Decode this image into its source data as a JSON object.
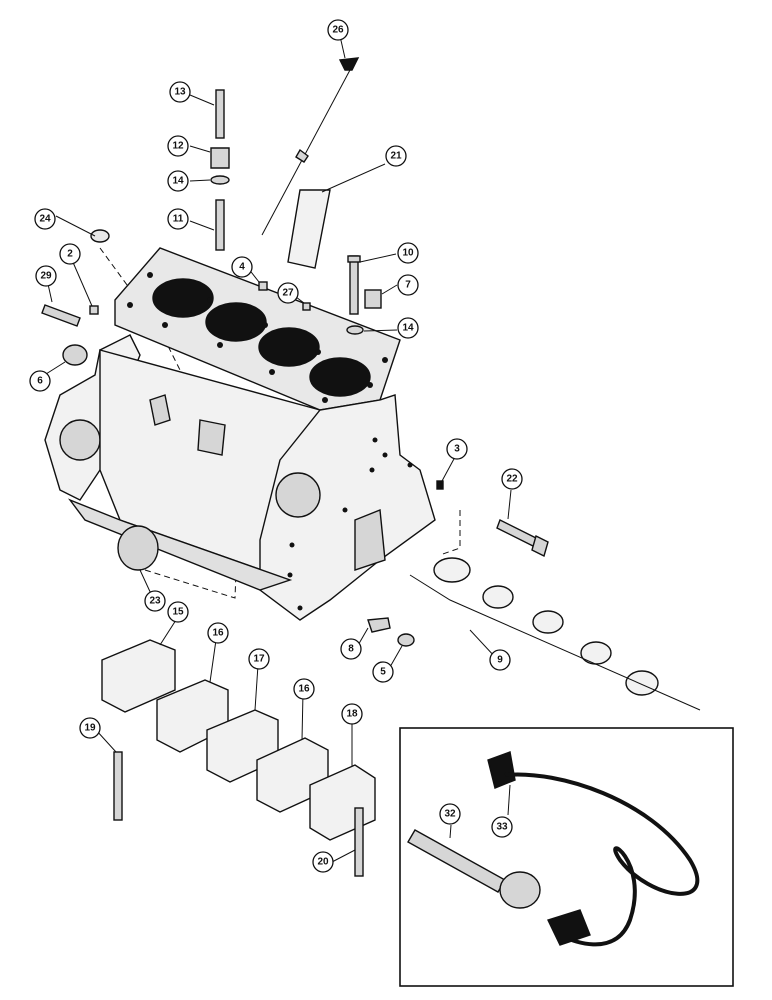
{
  "callouts": [
    {
      "id": "c26",
      "label": "26"
    },
    {
      "id": "c13",
      "label": "13"
    },
    {
      "id": "c12",
      "label": "12"
    },
    {
      "id": "c14a",
      "label": "14"
    },
    {
      "id": "c21",
      "label": "21"
    },
    {
      "id": "c11",
      "label": "11"
    },
    {
      "id": "c24",
      "label": "24"
    },
    {
      "id": "c2",
      "label": "2"
    },
    {
      "id": "c29",
      "label": "29"
    },
    {
      "id": "c4",
      "label": "4"
    },
    {
      "id": "c27",
      "label": "27"
    },
    {
      "id": "c10",
      "label": "10"
    },
    {
      "id": "c7",
      "label": "7"
    },
    {
      "id": "c14b",
      "label": "14"
    },
    {
      "id": "c6",
      "label": "6"
    },
    {
      "id": "c3",
      "label": "3"
    },
    {
      "id": "c22",
      "label": "22"
    },
    {
      "id": "c23",
      "label": "23"
    },
    {
      "id": "c15",
      "label": "15"
    },
    {
      "id": "c16a",
      "label": "16"
    },
    {
      "id": "c17",
      "label": "17"
    },
    {
      "id": "c16b",
      "label": "16"
    },
    {
      "id": "c18",
      "label": "18"
    },
    {
      "id": "c8",
      "label": "8"
    },
    {
      "id": "c5",
      "label": "5"
    },
    {
      "id": "c9",
      "label": "9"
    },
    {
      "id": "c19",
      "label": "19"
    },
    {
      "id": "c20",
      "label": "20"
    },
    {
      "id": "c32",
      "label": "32"
    },
    {
      "id": "c33",
      "label": "33"
    }
  ]
}
